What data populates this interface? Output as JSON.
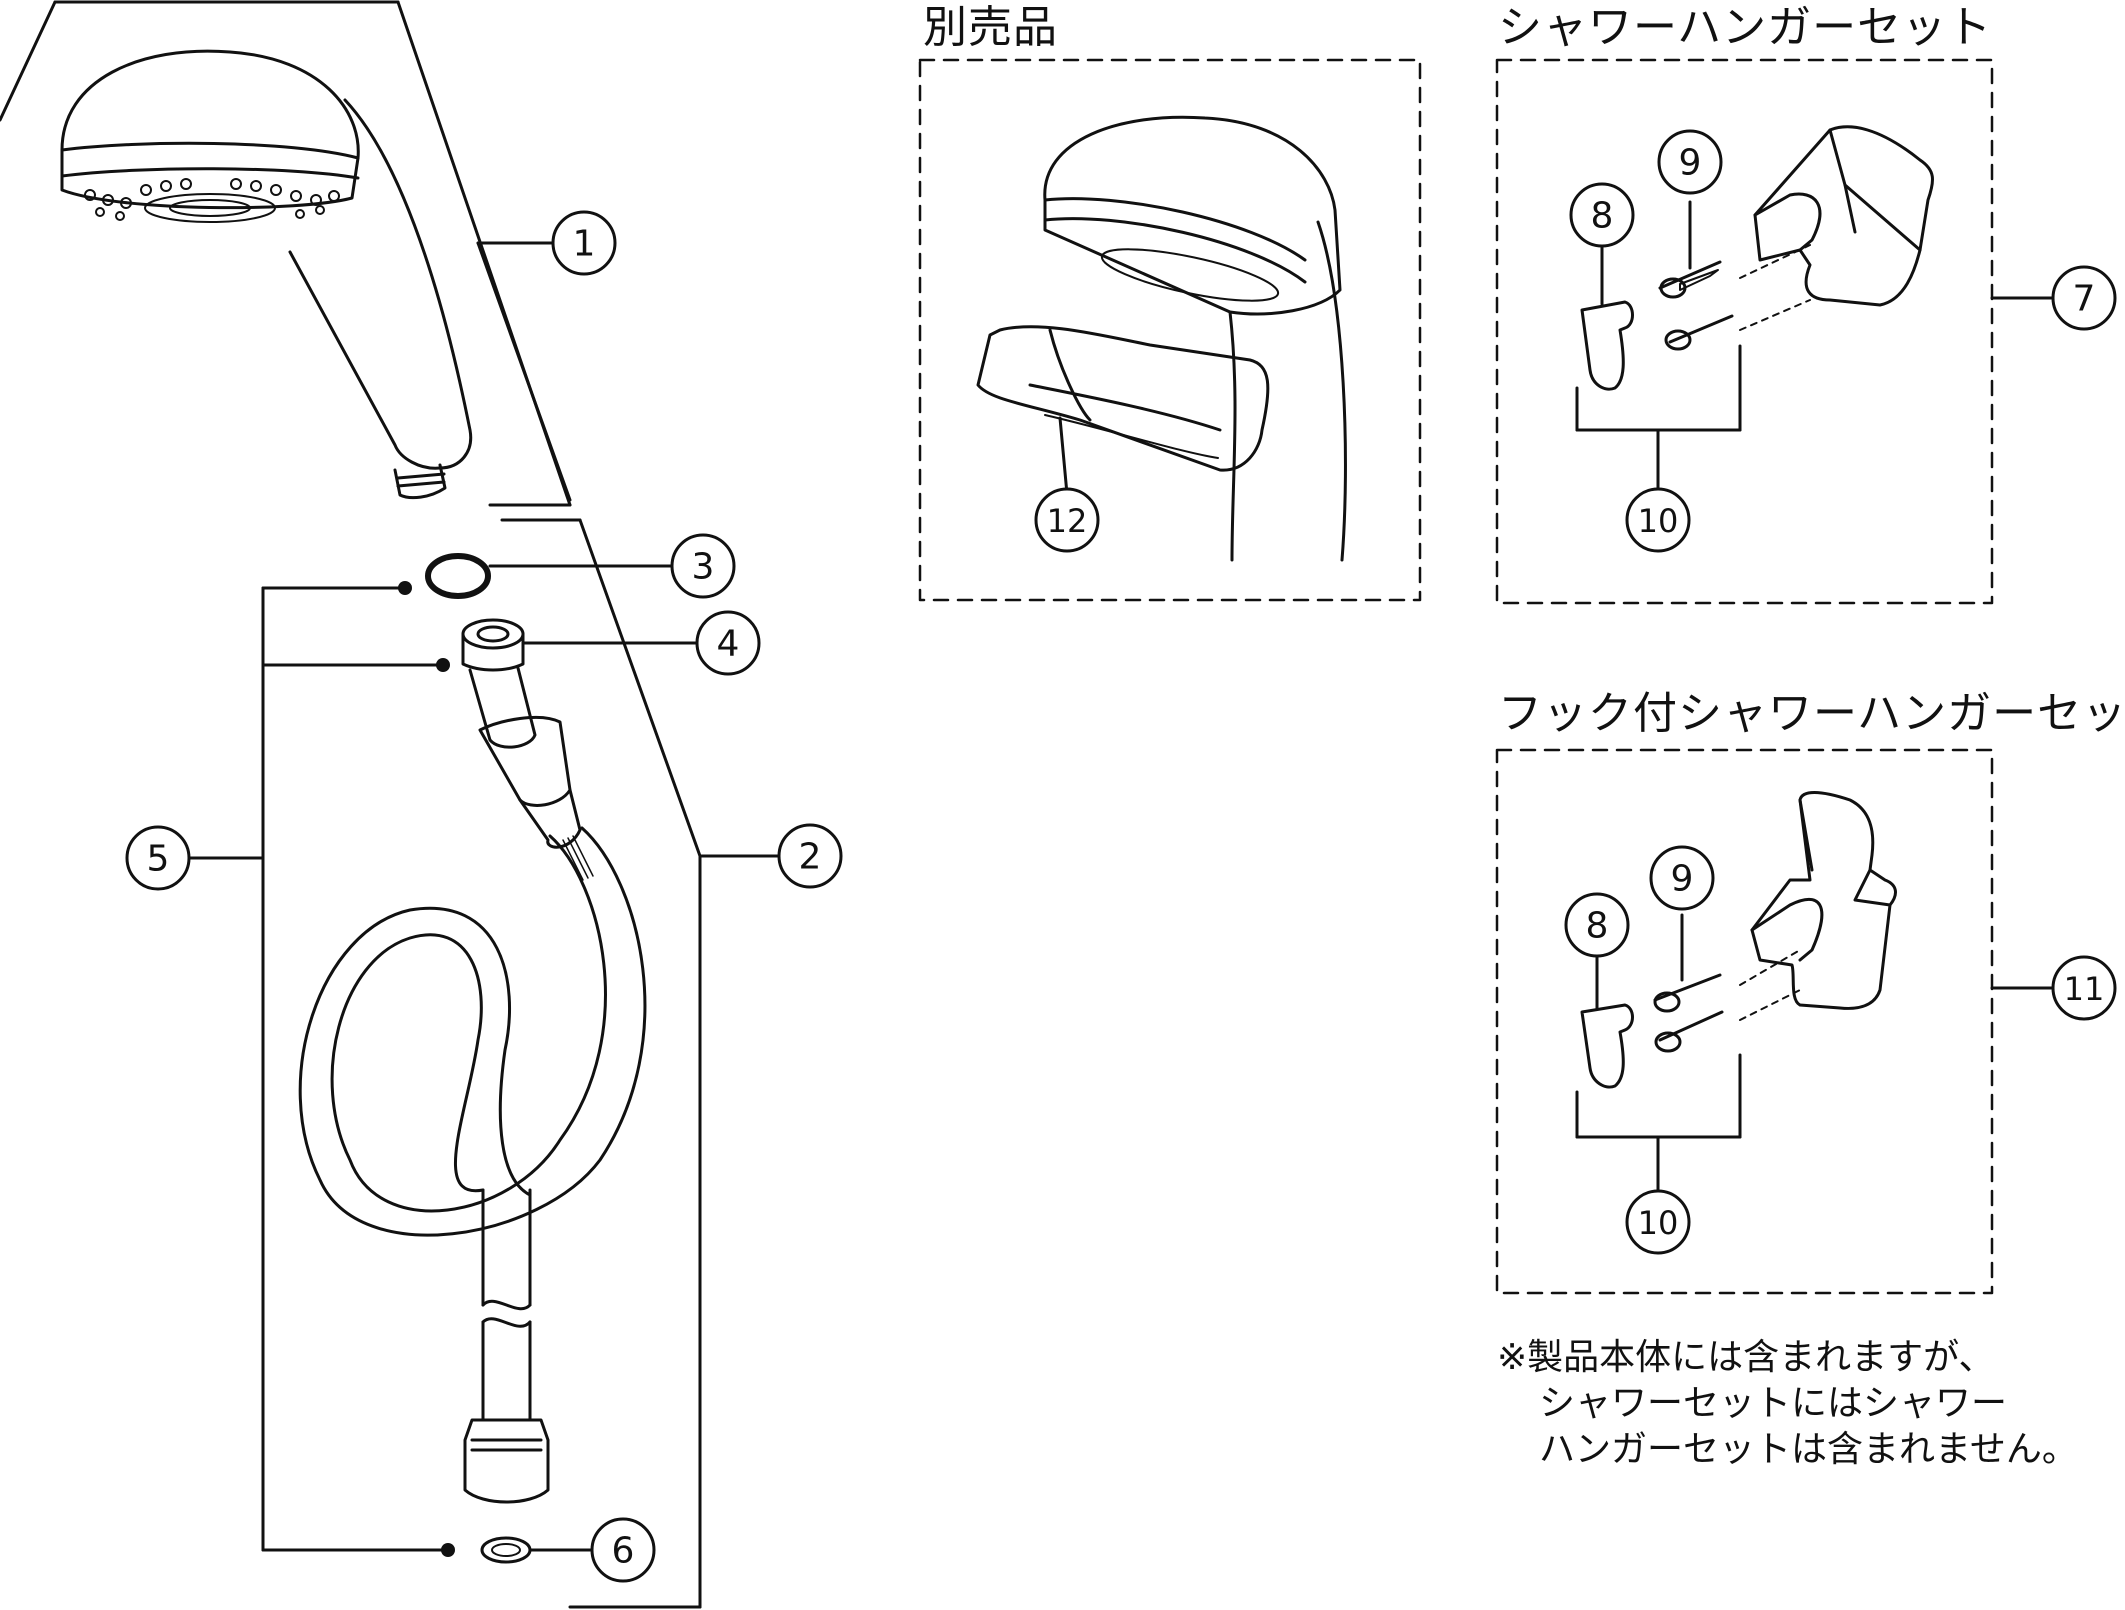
{
  "sections": {
    "sold_separately": "別売品",
    "shower_hanger_set": "シャワーハンガーセット",
    "hook_shower_hanger_set": "フック付シャワーハンガーセット"
  },
  "note": {
    "line1": "※製品本体には含まれますが、",
    "line2": "シャワーセットにはシャワー",
    "line3": "ハンガーセットは含まれません。"
  },
  "callouts": {
    "c1": "1",
    "c2": "2",
    "c3": "3",
    "c4": "4",
    "c5": "5",
    "c6": "6",
    "c7": "7",
    "c8": "8",
    "c9": "9",
    "c10": "10",
    "c11": "11",
    "c12": "12",
    "c8b": "8",
    "c9b": "9",
    "c10b": "10"
  },
  "colors": {
    "line": "#111111",
    "background": "#ffffff"
  }
}
